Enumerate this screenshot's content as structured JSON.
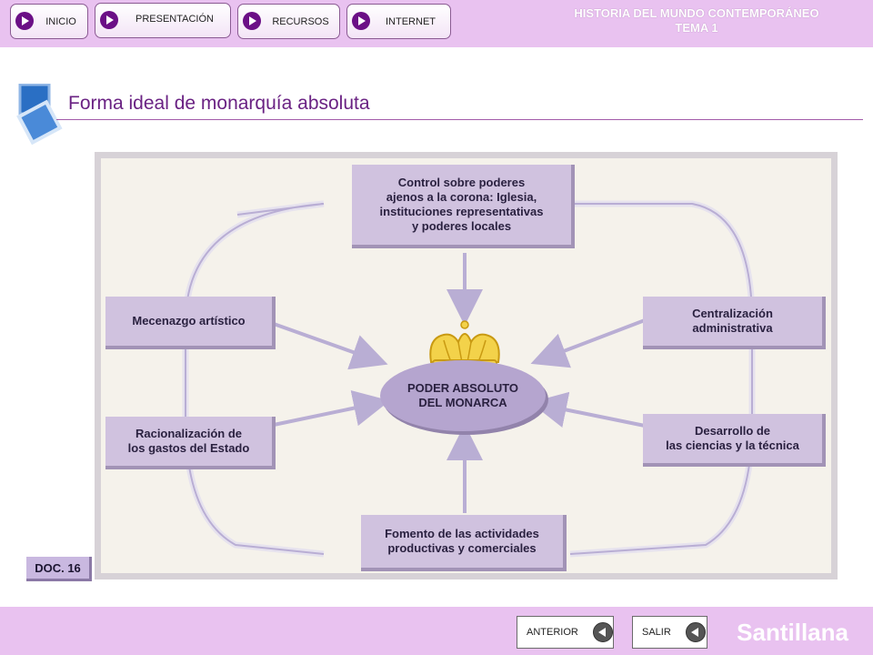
{
  "nav": {
    "inicio": "INICIO",
    "presentacion": "PRESENTACIÓN",
    "recursos": "RECURSOS",
    "internet": "INTERNET"
  },
  "header": {
    "line1": "HISTORIA DEL MUNDO CONTEMPORÁNEO",
    "line2": "TEMA 1"
  },
  "slide": {
    "title": "Forma ideal de monarquía absoluta",
    "doc_label": "DOC. 16"
  },
  "diagram": {
    "center": [
      "PODER ABSOLUTO",
      "DEL MONARCA"
    ],
    "top": [
      "Control sobre poderes",
      "ajenos a la corona: Iglesia,",
      "instituciones representativas",
      "y poderes locales"
    ],
    "left_top": [
      "Mecenazgo artístico"
    ],
    "left_bottom": [
      "Racionalización de",
      "los gastos del Estado"
    ],
    "right_top": [
      "Centralización",
      "administrativa"
    ],
    "right_bottom": [
      "Desarrollo de",
      "las ciencias y la técnica"
    ],
    "bottom": [
      "Fomento de las actividades",
      "productivas y comerciales"
    ]
  },
  "footer": {
    "anterior": "ANTERIOR",
    "salir": "SALIR",
    "brand": "Santillana"
  },
  "colors": {
    "bar": "#e9c2f0",
    "title": "#6a2283",
    "box": "#d0c2df",
    "oval": "#b5a5cf"
  }
}
